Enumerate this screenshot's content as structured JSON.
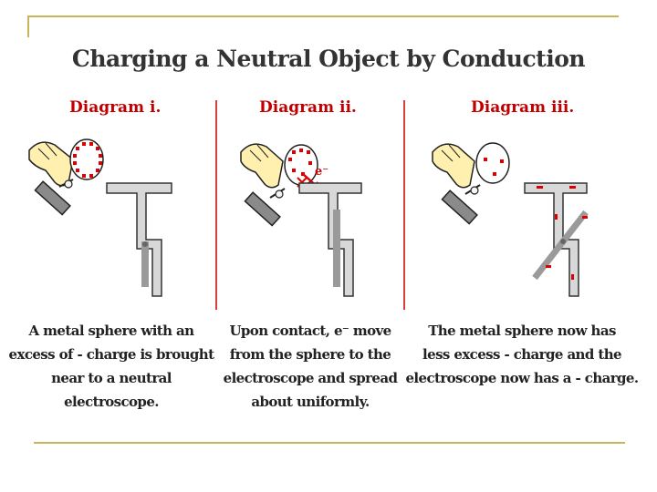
{
  "title": "Charging a Neutral Object by Conduction",
  "panels": [
    {
      "label": "Diagram i.",
      "caption": [
        "A metal sphere with an",
        "excess  of - charge is brought",
        "near to a neutral electroscope."
      ]
    },
    {
      "label": "Diagram ii.",
      "caption": [
        "Upon contact, e⁻ move",
        "from the sphere to the",
        "electroscope and spread",
        "about uniformly."
      ],
      "electron_label": "e⁻"
    },
    {
      "label": "Diagram iii.",
      "caption": [
        "The metal sphere now has",
        "less excess - charge and the",
        "electroscope now has a - charge."
      ]
    }
  ],
  "colors": {
    "title": "#333333",
    "label": "#c00000",
    "divider": "#d84040",
    "frame": "#c8b45a",
    "charge": "#dd0000",
    "electroscope": "#d8d8d8",
    "leaf": "#9a9a9a",
    "glove": "#fff0b0"
  }
}
